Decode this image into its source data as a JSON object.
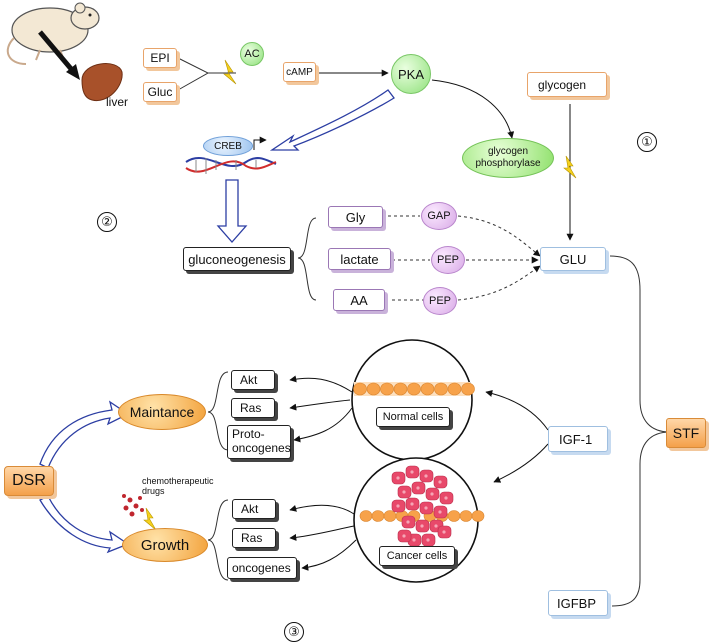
{
  "labels": {
    "liver": "liver",
    "epi": "EPI",
    "gluc": "Gluc",
    "ac": "AC",
    "camp": "cAMP",
    "pka": "PKA",
    "creb": "CREB",
    "glycogen": "glycogen",
    "glycogen_phosphorylase": "glycogen phosphorylase",
    "gluconeogenesis": "gluconeogenesis",
    "gly": "Gly",
    "lactate": "lactate",
    "aa": "AA",
    "gap": "GAP",
    "pep_1": "PEP",
    "pep_2": "PEP",
    "glu": "GLU",
    "stf": "STF",
    "igf1": "IGF-1",
    "igfbp": "IGFBP",
    "dsr": "DSR",
    "maintance": "Maintance",
    "growth": "Growth",
    "chemo_drugs": "chemotherapeutic drugs",
    "akt_1": "Akt",
    "ras_1": "Ras",
    "proto_oncogenes": "Proto- oncogenes",
    "akt_2": "Akt",
    "ras_2": "Ras",
    "oncogenes": "oncogenes",
    "normal_cells": "Normal cells",
    "cancer_cells": "Cancer cells",
    "num_1": "①",
    "num_2": "②",
    "num_3": "③"
  },
  "colors": {
    "up_arrow": "#e4322b",
    "down_arrow": "#111111",
    "blue_arrow": "#2c3ea3",
    "cell_orange": "#f7a24a",
    "cancer_pink": "#e8496a"
  }
}
